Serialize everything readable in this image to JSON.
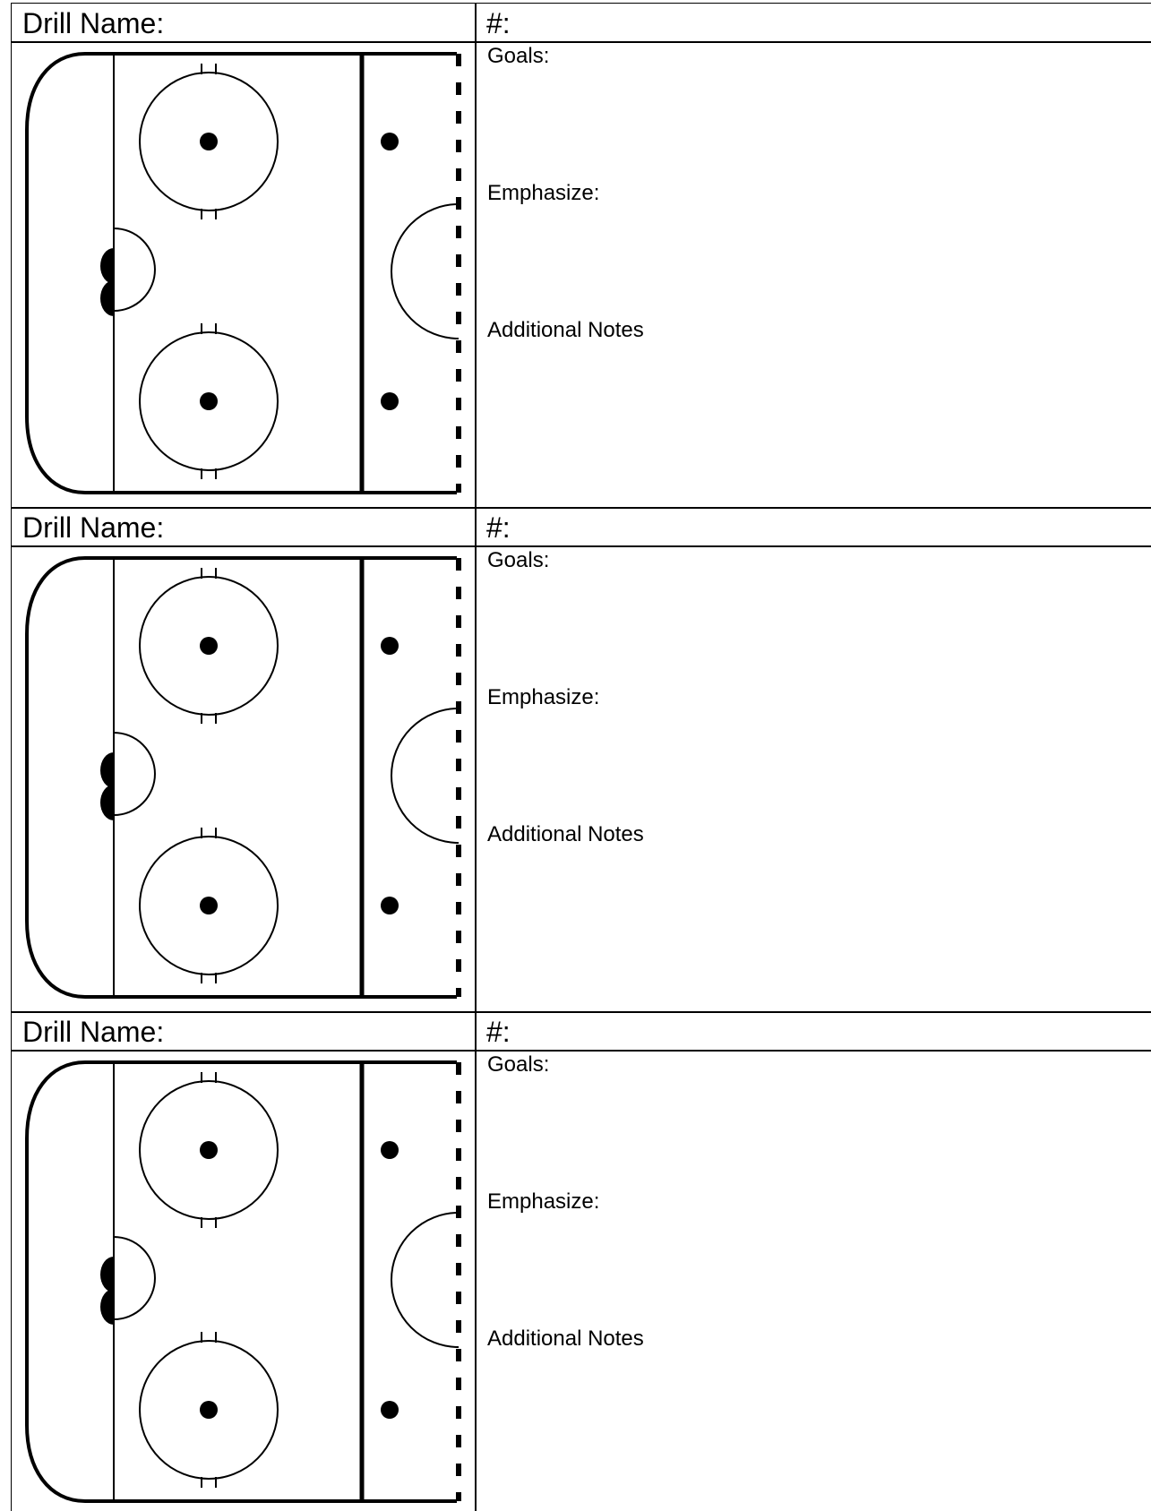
{
  "drills": [
    {
      "name_label": "Drill Name:",
      "number_label": "#:",
      "goals_label": "Goals:",
      "emphasize_label": "Emphasize:",
      "notes_label": "Additional Notes"
    },
    {
      "name_label": "Drill Name:",
      "number_label": "#:",
      "goals_label": "Goals:",
      "emphasize_label": "Emphasize:",
      "notes_label": "Additional Notes"
    },
    {
      "name_label": "Drill Name:",
      "number_label": "#:",
      "goals_label": "Goals:",
      "emphasize_label": "Emphasize:",
      "notes_label": "Additional Notes"
    }
  ],
  "colors": {
    "ink": "#000000",
    "paper": "#ffffff"
  },
  "icons": {
    "rink": "half-rink-diagram-icon"
  }
}
